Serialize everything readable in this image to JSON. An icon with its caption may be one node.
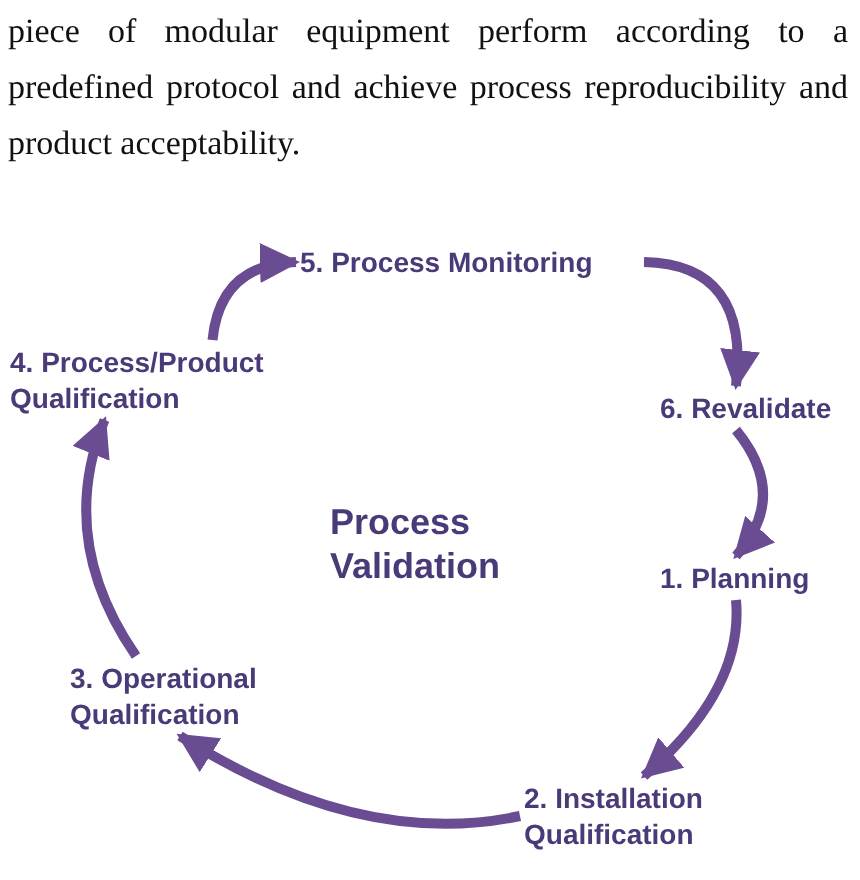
{
  "diagram": {
    "nodes": [
      {
        "text": [
          "Process Validation"
        ]
      },
      {
        "text": [
          "1. Planning"
        ]
      },
      {
        "text": [
          "2. Installation Qualification"
        ]
      },
      {
        "text": [
          "3. Operational Qualification"
        ]
      },
      {
        "text": [
          "4. Process/Product Qualification"
        ]
      },
      {
        "text": [
          "5. Process Monitoring"
        ]
      },
      {
        "text": [
          "6. Revalidate"
        ]
      }
    ],
    "edges": [
      {
        "from": 1,
        "to": 2,
        "arrow": "to"
      },
      {
        "from": 2,
        "to": 3,
        "arrow": "to"
      },
      {
        "from": 3,
        "to": 4,
        "arrow": "to"
      },
      {
        "from": 4,
        "to": 5,
        "arrow": "to"
      },
      {
        "from": 5,
        "to": 6,
        "arrow": "to"
      },
      {
        "from": 6,
        "to": 1,
        "arrow": "to"
      }
    ],
    "labels": [
      "piece of modular equipment perform according to a predefined protocol and achieve process reproducibility and product acceptability."
    ]
  }
}
